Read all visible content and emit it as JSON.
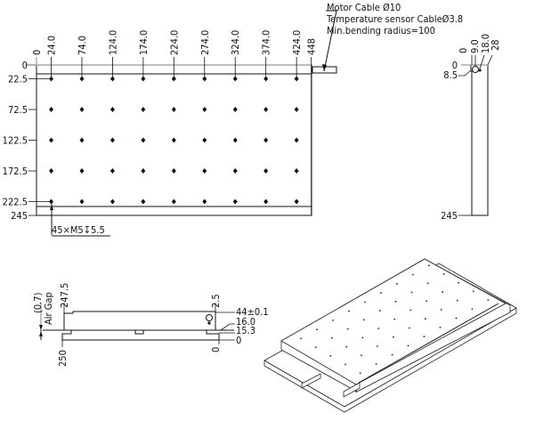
{
  "top_view": {
    "x_labels": [
      "0",
      "24.0",
      "74.0",
      "124.0",
      "174.0",
      "224.0",
      "274.0",
      "324.0",
      "374.0",
      "424.0",
      "448"
    ],
    "x_values": [
      0,
      24,
      74,
      124,
      174,
      224,
      274,
      324,
      374,
      424,
      448
    ],
    "y_labels": [
      "0",
      "22.5",
      "72.5",
      "122.5",
      "172.5",
      "222.5",
      "245"
    ],
    "y_values": [
      0,
      22.5,
      72.5,
      122.5,
      172.5,
      222.5,
      245
    ],
    "hole_columns": [
      24,
      74,
      124,
      174,
      224,
      274,
      324,
      374,
      424
    ],
    "hole_rows": [
      22.5,
      72.5,
      122.5,
      172.5,
      222.5
    ],
    "hole_note": "45×M5↧5.5"
  },
  "cable_note": {
    "line1": "Motor Cable Ø10",
    "line2": "Temperature sensor CableØ3.8",
    "line3": "Min.bending radius=100"
  },
  "side_view": {
    "top_labels": [
      "0",
      "9.0",
      "18.0",
      "28"
    ],
    "left_labels": [
      "0",
      "8.5",
      "245"
    ]
  },
  "front_view": {
    "air_gap_value": "(0.7)",
    "air_gap_label": "Air Gap",
    "left_top": "247.5",
    "left_bottom": "250",
    "right_top": "2.5",
    "right_bottom": "0",
    "right_labels": [
      "44±0.1",
      "16.0",
      "15.3",
      "0"
    ]
  }
}
